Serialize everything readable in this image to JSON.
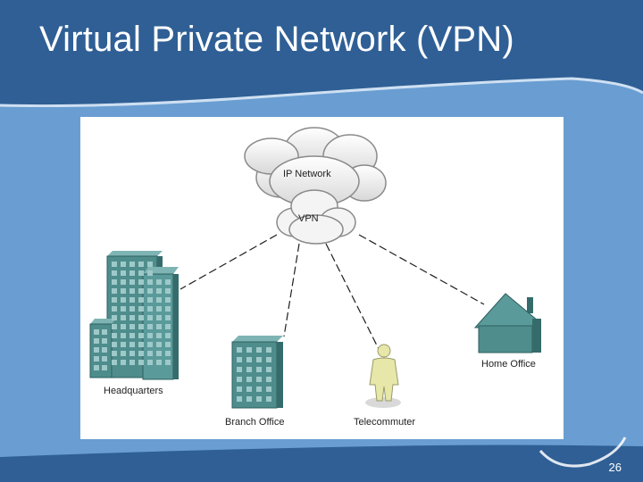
{
  "slide": {
    "title": "Virtual Private Network (VPN)",
    "page_number": "26"
  },
  "diagram": {
    "cloud_outer_label": "IP Network",
    "cloud_inner_label": "VPN",
    "nodes": {
      "headquarters": "Headquarters",
      "branch_office": "Branch Office",
      "telecommuter": "Telecommuter",
      "home_office": "Home Office"
    }
  },
  "colors": {
    "background": "#2f5f95",
    "band": "#6a9ed2",
    "building": "#4f8d8d",
    "person": "#e6e7a8"
  }
}
